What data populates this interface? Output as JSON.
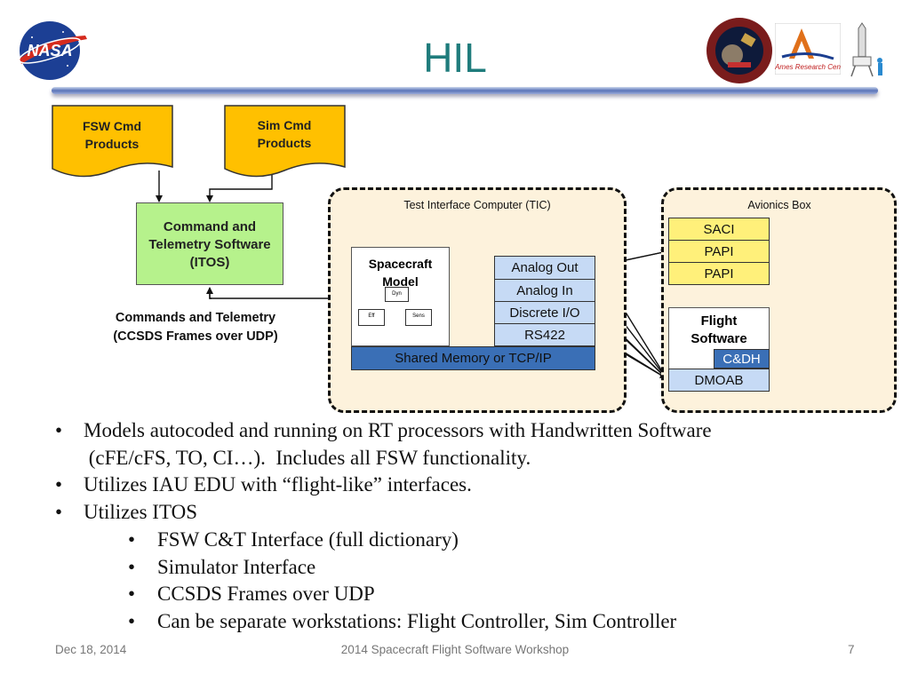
{
  "slide": {
    "title": "HIL",
    "page_number": "7",
    "date": "Dec 18, 2014",
    "footer": "2014 Spacecraft Flight Software Workshop"
  },
  "logos": {
    "nasa": "NASA",
    "ames": "Ames Research Cen"
  },
  "diagram": {
    "fsw_cmd_products": [
      "FSW Cmd",
      "Products"
    ],
    "sim_cmd_products": [
      "Sim Cmd",
      "Products"
    ],
    "itos": [
      "Command and",
      "Telemetry Software",
      "(ITOS)"
    ],
    "commands_telemetry": [
      "Commands and Telemetry",
      "(CCSDS Frames over UDP)"
    ],
    "tic_title": "Test Interface Computer (TIC)",
    "spacecraft_model": [
      "Spacecraft",
      "Model"
    ],
    "mini_blocks": {
      "dyn": "Dyn",
      "eff": "Eff",
      "sens": "Sens"
    },
    "tic_interfaces": [
      "Analog Out",
      "Analog In",
      "Discrete I/O",
      "RS422"
    ],
    "shared_memory": "Shared Memory or TCP/IP",
    "avionics_title": "Avionics Box",
    "avionics_cards": [
      "SACI",
      "PAPI",
      "PAPI"
    ],
    "flight_software": [
      "Flight",
      "Software"
    ],
    "cdh": "C&DH",
    "dmoab": "DMOAB",
    "colors": {
      "doc_fill": "#ffc000",
      "itos_fill": "#b6f28c",
      "tic_bg": "#fdf2dc",
      "interface_fill": "#c6daf5",
      "cdh_fill": "#3a6fb6",
      "card_fill": "#fff07a"
    }
  },
  "bullets": [
    {
      "level": 1,
      "marker": "•",
      "lines": [
        "Models autocoded and running on RT processors with Handwritten Software",
        " (cFE/cFS, TO, CI…).  Includes all FSW functionality."
      ]
    },
    {
      "level": 1,
      "marker": "•",
      "lines": [
        "Utilizes IAU EDU with “flight-like” interfaces."
      ]
    },
    {
      "level": 1,
      "marker": "•",
      "lines": [
        "Utilizes ITOS"
      ]
    },
    {
      "level": 2,
      "marker": "•",
      "lines": [
        "FSW C&T Interface (full dictionary)"
      ]
    },
    {
      "level": 2,
      "marker": "•",
      "lines": [
        "Simulator Interface"
      ]
    },
    {
      "level": 2,
      "marker": "•",
      "lines": [
        "CCSDS Frames over UDP"
      ]
    },
    {
      "level": 2,
      "marker": "•",
      "lines": [
        "Can be separate workstations: Flight Controller, Sim Controller"
      ]
    }
  ]
}
